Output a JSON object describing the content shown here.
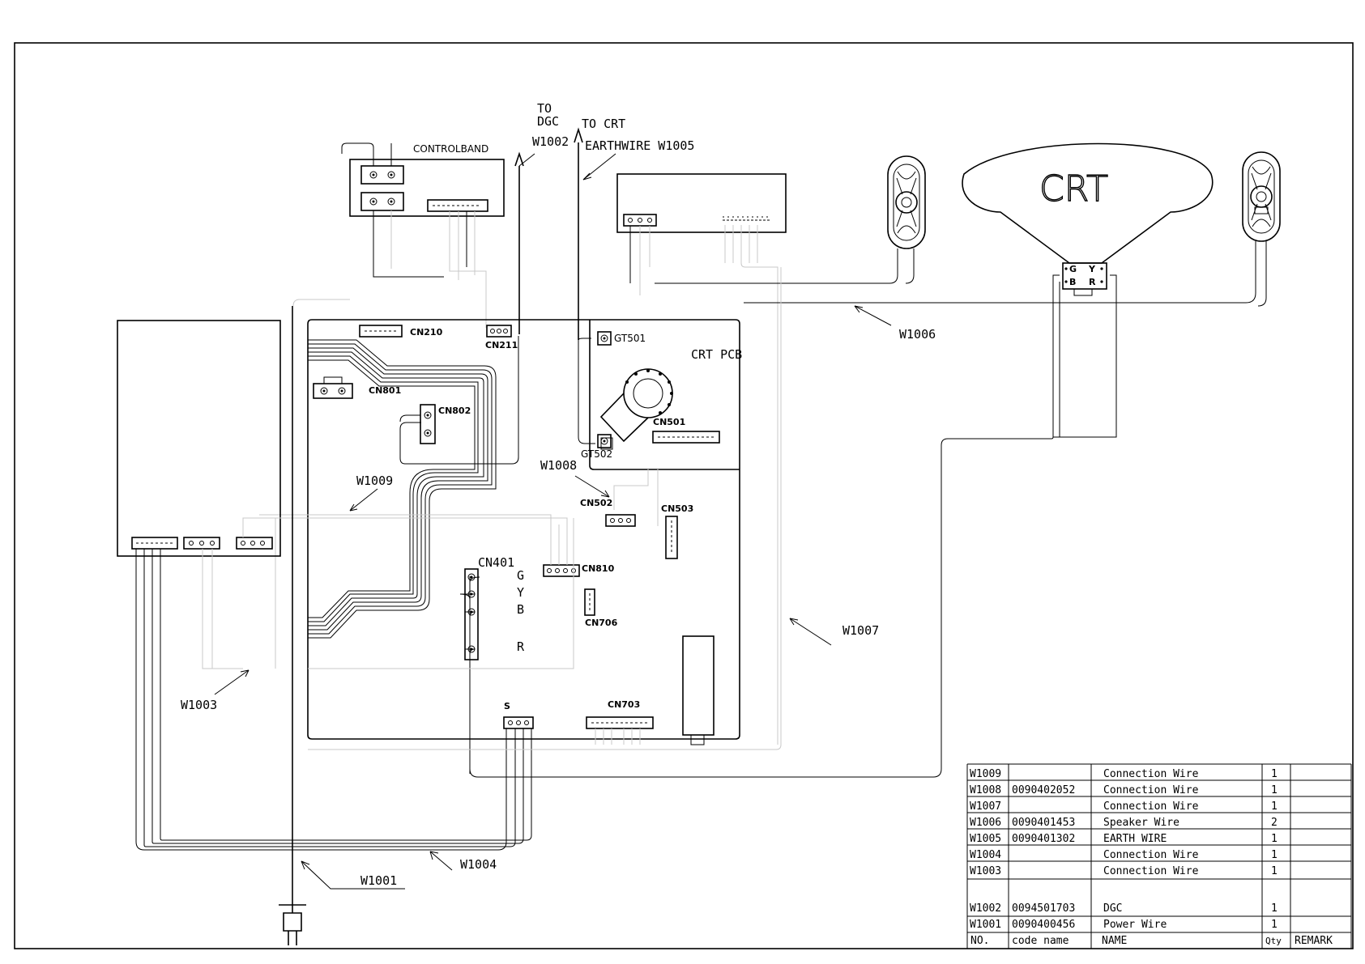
{
  "labels": {
    "to_dgc_1": "TO",
    "to_dgc_2": "DGC",
    "w1002_top": "W1002",
    "to_crt": "TO CRT",
    "earthwire": "EARTHWIRE W1005",
    "controlband": "CONTROLBAND",
    "crt": "CRT",
    "crt_pcb": "CRT PCB",
    "cn210": "CN210",
    "cn211": "CN211",
    "cn801": "CN801",
    "cn802": "CN802",
    "gt501": "GT501",
    "gt502": "GT502",
    "cn501": "CN501",
    "cn502": "CN502",
    "cn503": "CN503",
    "cn401": "CN401",
    "cn810": "CN810",
    "cn706": "CN706",
    "cn703": "CN703",
    "s": "S",
    "g": "G",
    "y": "Y",
    "b": "B",
    "r": "R",
    "w1001": "W1001",
    "w1003": "W1003",
    "w1004": "W1004",
    "w1006": "W1006",
    "w1007": "W1007",
    "w1008": "W1008",
    "w1009": "W1009",
    "neck_g": "G",
    "neck_y": "Y",
    "neck_b": "B",
    "neck_r": "R"
  },
  "parts_table": {
    "rows": [
      {
        "no": "W1009",
        "code": "",
        "name": "Connection Wire",
        "qty": "1",
        "remark": ""
      },
      {
        "no": "W1008",
        "code": "0090402052",
        "name": "Connection Wire",
        "qty": "1",
        "remark": ""
      },
      {
        "no": "W1007",
        "code": "",
        "name": "Connection Wire",
        "qty": "1",
        "remark": ""
      },
      {
        "no": "W1006",
        "code": "0090401453",
        "name": "Speaker Wire",
        "qty": "2",
        "remark": ""
      },
      {
        "no": "W1005",
        "code": "0090401302",
        "name": "EARTH WIRE",
        "qty": "1",
        "remark": ""
      },
      {
        "no": "W1004",
        "code": "",
        "name": "Connection Wire",
        "qty": "1",
        "remark": ""
      },
      {
        "no": "W1003",
        "code": "",
        "name": "Connection Wire",
        "qty": "1",
        "remark": ""
      },
      {
        "no": "W1002",
        "code": "0094501703",
        "name": "DGC",
        "qty": "1",
        "remark": ""
      },
      {
        "no": "W1001",
        "code": "0090400456",
        "name": "Power Wire",
        "qty": "1",
        "remark": ""
      }
    ],
    "header": {
      "no": "NO.",
      "code": "code name",
      "name": "NAME",
      "qty": "Qty",
      "remark": "REMARK"
    }
  }
}
